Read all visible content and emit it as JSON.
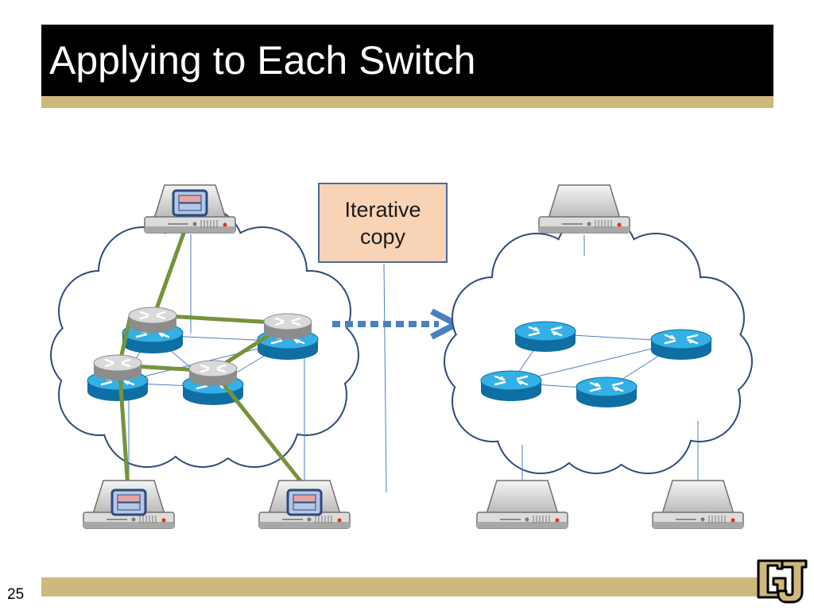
{
  "slide": {
    "title": "Applying to Each Switch",
    "page_number": "25"
  },
  "callout": {
    "line1": "Iterative",
    "line2": "copy"
  },
  "colors": {
    "title_bar": "#000000",
    "accent_gold": "#cfb87c",
    "path_green": "#76923c",
    "cloud_outline": "#2e4a7a",
    "switch_blue": "#1e9ad6",
    "arrow_blue": "#4a7fc1",
    "callout_fill": "#f9d3b6"
  },
  "icons": {
    "left_network": [
      "cloud-icon",
      "switch-icon",
      "server-icon",
      "packet-icon"
    ],
    "right_network": [
      "cloud-icon",
      "switch-icon",
      "server-icon"
    ],
    "transfer": "dotted-arrow-icon",
    "brand": "cu-logo-icon"
  }
}
